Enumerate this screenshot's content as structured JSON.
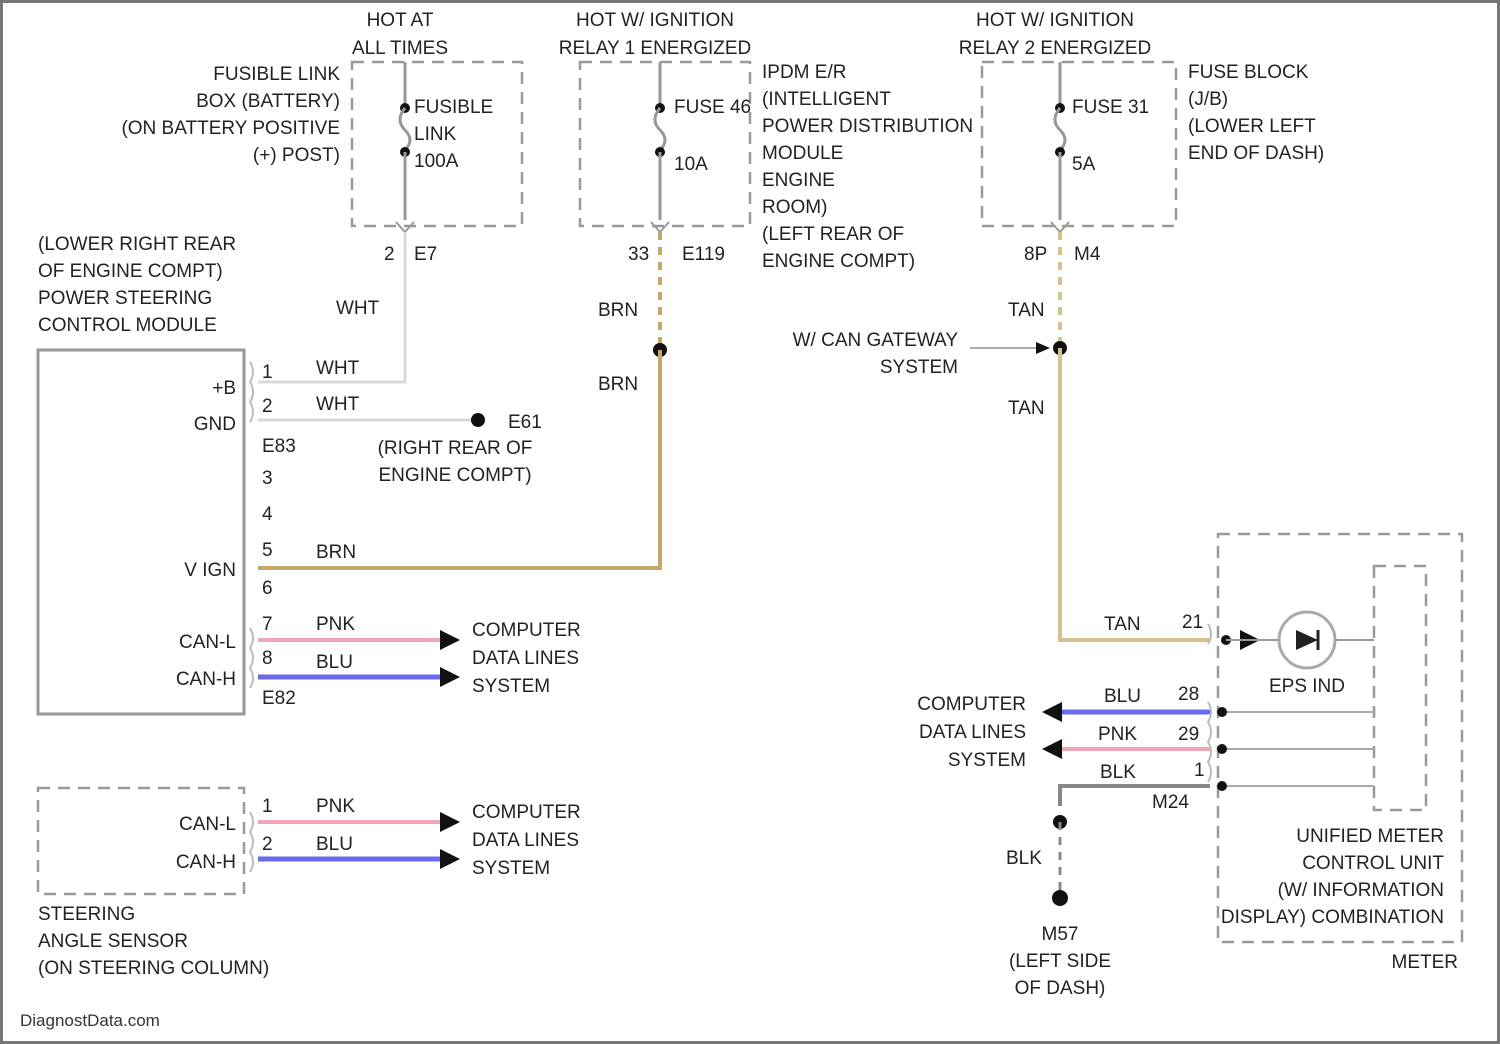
{
  "power": {
    "hot_all": [
      "HOT AT",
      "ALL TIMES"
    ],
    "hot_ign1": [
      "HOT W/ IGNITION",
      "RELAY 1 ENERGIZED"
    ],
    "hot_ign2": [
      "HOT W/ IGNITION",
      "RELAY 2 ENERGIZED"
    ]
  },
  "fusible_box": [
    "FUSIBLE LINK",
    "BOX (BATTERY)",
    "(ON BATTERY POSITIVE",
    "(+) POST)"
  ],
  "fusible_link": [
    "FUSIBLE",
    "LINK",
    "100A"
  ],
  "fuse_ipdm": [
    "FUSE 46",
    "10A"
  ],
  "ipdm_desc": [
    "IPDM E/R",
    "(INTELLIGENT",
    "POWER DISTRIBUTION",
    "MODULE",
    "ENGINE",
    "ROOM)",
    "(LEFT REAR OF",
    "ENGINE COMPT)"
  ],
  "fuse_block_fuse": [
    "FUSE 31",
    "5A"
  ],
  "fuse_block_desc": [
    "FUSE BLOCK",
    "(J/B)",
    "(LOWER LEFT",
    "END OF DASH)"
  ],
  "conn_labels": {
    "e7_pin": "2",
    "e7": "E7",
    "e119_pin": "33",
    "e119": "E119",
    "m4_pin": "8P",
    "m4": "M4"
  },
  "psc_desc": [
    "(LOWER RIGHT REAR",
    "OF ENGINE COMPT)",
    "POWER STEERING",
    "CONTROL MODULE"
  ],
  "wires": {
    "wht": "WHT",
    "brn": "BRN",
    "tan": "TAN",
    "pnk": "PNK",
    "blu": "BLU",
    "blk": "BLK"
  },
  "psc_pins": {
    "b_plus": "+B",
    "gnd": "GND",
    "v_ign": "V IGN",
    "can_l": "CAN-L",
    "can_h": "CAN-H",
    "p1": "1",
    "p2": "2",
    "p3": "3",
    "p4": "4",
    "p5": "5",
    "p6": "6",
    "p7": "7",
    "p8": "8",
    "e83": "E83",
    "e82": "E82"
  },
  "ground_e61": [
    "E61",
    "(RIGHT REAR OF",
    "ENGINE COMPT)"
  ],
  "can_gateway": [
    "W/ CAN GATEWAY",
    "SYSTEM"
  ],
  "data_lines": [
    "COMPUTER",
    "DATA LINES",
    "SYSTEM"
  ],
  "sas_pins": {
    "p1": "1",
    "p2": "2",
    "can_l": "CAN-L",
    "can_h": "CAN-H"
  },
  "sas_desc": [
    "STEERING",
    "ANGLE SENSOR",
    "(ON STEERING COLUMN)"
  ],
  "meter": {
    "pin_tan": "21",
    "pin_blu": "28",
    "pin_pnk": "29",
    "pin_blk": "1",
    "conn": "M24",
    "eps_ind": "EPS IND",
    "desc": [
      "UNIFIED METER",
      "CONTROL UNIT",
      "(W/ INFORMATION",
      "DISPLAY) COMBINATION",
      "METER"
    ]
  },
  "ground_m57": [
    "M57",
    "(LEFT SIDE",
    "OF DASH)"
  ],
  "watermark": "DiagnostData.com",
  "colors": {
    "wht": "#d8d8d8",
    "brn": "#c4a76a",
    "tan": "#d6c28c",
    "pnk": "#f2a5b4",
    "blu": "#6a6af0",
    "blk": "#888888"
  }
}
